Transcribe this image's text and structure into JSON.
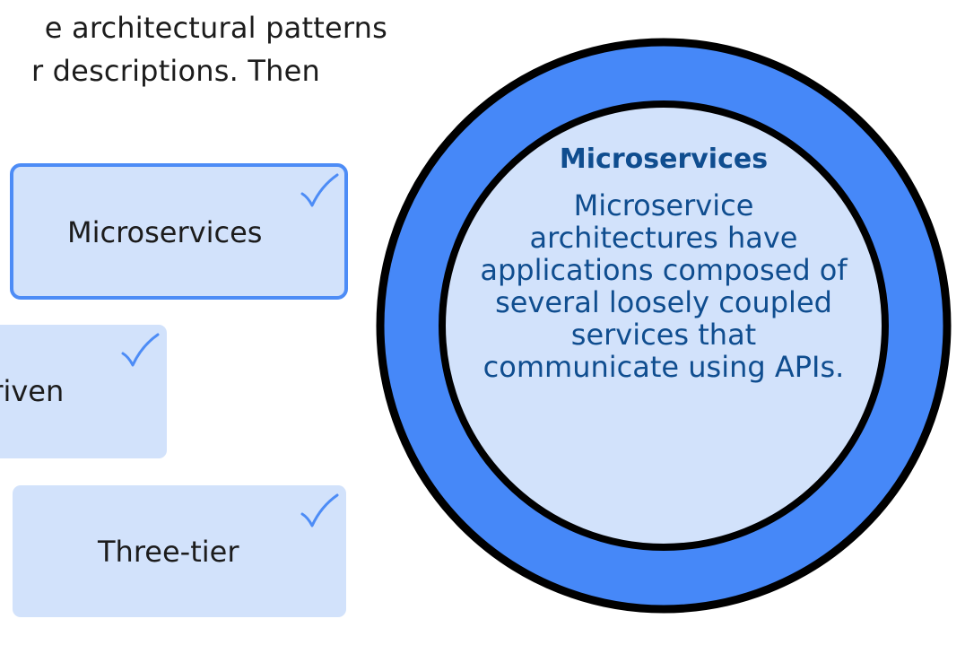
{
  "instructions": {
    "line1": "e architectural patterns",
    "line2": "r descriptions. Then"
  },
  "cards": [
    {
      "id": "microservices",
      "label": "Microservices",
      "selected": true,
      "checked": true,
      "icon": "checkmark-icon"
    },
    {
      "id": "event-driven",
      "label": "driven",
      "selected": false,
      "checked": true,
      "icon": "checkmark-icon"
    },
    {
      "id": "three-tier",
      "label": "Three-tier",
      "selected": false,
      "checked": true,
      "icon": "checkmark-icon"
    }
  ],
  "detail": {
    "title": "Microservices",
    "description": "Microservice architectures have applications composed of several loosely coupled services that communicate using APIs."
  },
  "colors": {
    "card_bg": "#d2e2fb",
    "selected_border": "#4d8cf6",
    "check": "#4d8cf6",
    "ring_fill": "#4688f8",
    "ring_stroke": "#000000",
    "inner_fill": "#d2e2fb",
    "detail_text": "#0f4d8f"
  }
}
